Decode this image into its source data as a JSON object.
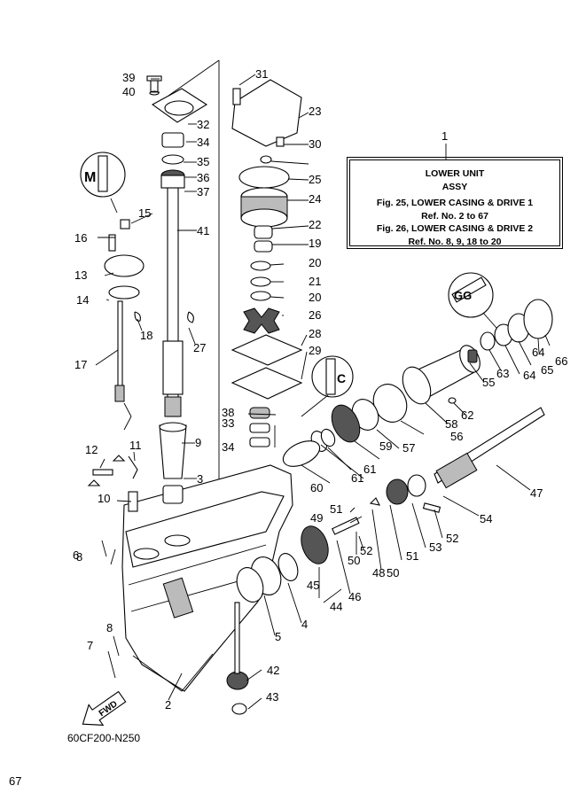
{
  "assembly": {
    "ref_number": "1",
    "lines": [
      "LOWER UNIT",
      "ASSY",
      "Fig. 25, LOWER CASING & DRIVE 1",
      "Ref. No. 2 to 67",
      "Fig. 26, LOWER CASING & DRIVE 2",
      "Ref. No. 8, 9, 18 to 20"
    ]
  },
  "figure_code": "60CF200-N250",
  "callouts": [
    "2",
    "3",
    "4",
    "5",
    "6",
    "7",
    "8",
    "8",
    "9",
    "10",
    "11",
    "12",
    "13",
    "14",
    "15",
    "16",
    "17",
    "18",
    "19",
    "20",
    "20",
    "21",
    "22",
    "23",
    "24",
    "25",
    "26",
    "27",
    "28",
    "29",
    "30",
    "31",
    "32",
    "33",
    "34",
    "34",
    "35",
    "36",
    "37",
    "38",
    "39",
    "40",
    "41",
    "42",
    "43",
    "44",
    "45",
    "46",
    "47",
    "48",
    "49",
    "50",
    "50",
    "51",
    "51",
    "52",
    "52",
    "53",
    "54",
    "55",
    "56",
    "57",
    "58",
    "59",
    "60",
    "61",
    "61",
    "62",
    "63",
    "64",
    "64",
    "65",
    "66",
    "67"
  ],
  "icons": [
    "lubricant-symbol-m",
    "lubricant-symbol-gg",
    "lubricant-symbol-c"
  ],
  "fwd_arrow_label": "FWD",
  "ink_color": "#000000"
}
